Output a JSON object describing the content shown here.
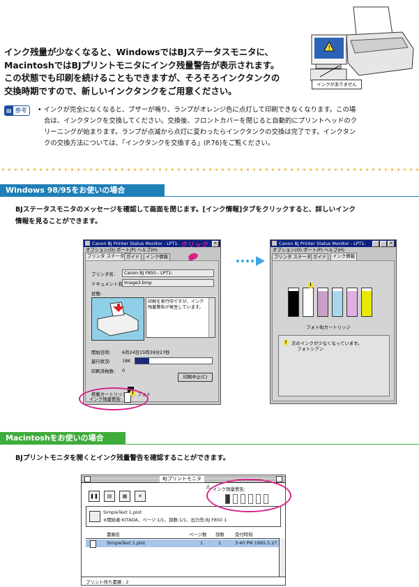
{
  "lead": {
    "lines": [
      "インク残量が少なくなると、WindowsではBJステータスモニタに、",
      "MacintoshではBJプリントモニタにインク残量警告が表示されます。",
      "この状態でも印刷を続けることもできますが、そろそろインクタンクの",
      "交換時期ですので、新しいインクタンクをご用意ください。"
    ]
  },
  "illustration": {
    "monitor_caption": "インクがありません"
  },
  "note": {
    "badge": "参考",
    "lines": [
      "• インクが完全になくなると、ブザーが鳴り、ランプがオレンジ色に点灯して印刷できなくなります。この場",
      "合は、インクタンクを交換してください。交換後、フロントカバーを閉じると自動的にプリントヘッドのク",
      "リーニングが始まります。ランプが点滅から点灯に変わったらインクタンクの交換は完了です。インクタン",
      "クの交換方法については、「インクタンクを交換する」(P.76)をご覧ください。"
    ]
  },
  "windows": {
    "heading": "Windows 98/95をお使いの場合",
    "body": [
      "BJステータスモニタのメッセージを確認して画面を閉じます。[インク情報]タブをクリックすると、詳しいインク",
      "情報を見ることができます。"
    ],
    "click_label": "クリック",
    "dlg1": {
      "title": "Canon BJ Printer Status Monitor - LPT1:",
      "menu": "オプション(O)  ポート(P)  ヘルプ(H)",
      "tabs": [
        "プリンタ ステータス",
        "ガイド",
        "インク情報"
      ],
      "printer_label": "プリンタ名:",
      "printer_value": "Canon BJ F850 - LPT1:",
      "document_label": "ドキュメント名:",
      "document_value": "Image3.bmp",
      "status_label": "状態:",
      "status_message": "印刷を実行中ですが、インク残量警告が発生しています。",
      "start_label": "開始日時:",
      "start_value": "6月24日15時39分27秒",
      "progress_label": "進行状況:",
      "progress_value": "18K",
      "progress_fraction": 0.18,
      "pages_label": "印刷済枚数:",
      "pages_value": "0",
      "cancel_button": "印刷中止(C)",
      "cartridge_label": "搭載カートリッジ:",
      "cartridge_value": "フォト",
      "ink_warning_label": "インク残量警告:"
    },
    "dlg2": {
      "title": "Canon BJ Printer Status Monitor - LPT1:",
      "menu": "オプション(O)  ポート(P)  ヘルプ(H)",
      "tabs": [
        "プリンタ ステータス",
        "ガイド",
        "インク情報"
      ],
      "cartridge_caption": "フォトBJカートリッジ",
      "message_line1": "次のインクが少なくなっています。",
      "message_line2": "フォトシアン",
      "ink_colors": [
        "#000000",
        "#ffffff",
        "#c8a0c8",
        "#a8d8ec",
        "#e0aee0",
        "#e8e800"
      ],
      "ink_levels": [
        0.9,
        0.25,
        0.9,
        0.9,
        0.9,
        0.9
      ]
    }
  },
  "mac": {
    "heading": "Macintoshをお使いの場合",
    "body": "BJプリントモニタを開くとインク残量警告を確認することができます。",
    "window_title": "BJプリントモニタ",
    "ink_warning_label": "インク残量警告:",
    "job_name": "SimpleText 1.plot",
    "job_detail": "※開始者:KITADA、ページ:1/1、部数:1/1、出力先:BJ F850 1",
    "columns": [
      "書類名",
      "ページ数",
      "部数",
      "受付時刻"
    ],
    "row": [
      "SimpleText 1.plot",
      "1",
      "1",
      "3:40 PM 1995.5.27"
    ],
    "footer": "プリント待ち書類 : 2"
  }
}
